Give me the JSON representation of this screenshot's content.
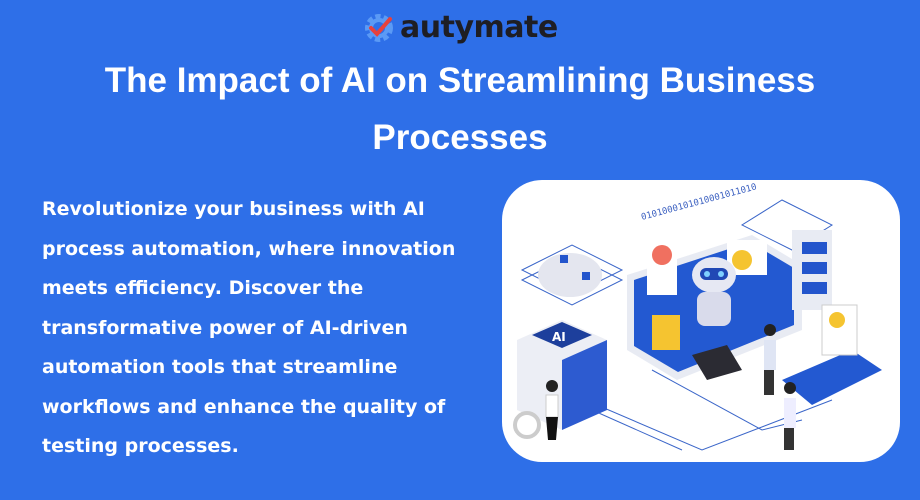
{
  "brand": {
    "name": "autymate",
    "icon": "gear-check-icon",
    "accent": "#e8413c"
  },
  "title": "The Impact of AI on Streamlining Business Processes",
  "description": "Revolutionize your business with AI process automation, where innovation meets efficiency. Discover the transformative power of AI-driven automation tools that streamline workflows and enhance the quality of testing processes.",
  "illustration": {
    "badge": "AI",
    "binary": "0101000101010001011010",
    "icon": "ai-automation-illustration"
  },
  "colors": {
    "background": "#2e6fe8",
    "text": "#ffffff",
    "logo_text": "#1e1e24"
  }
}
